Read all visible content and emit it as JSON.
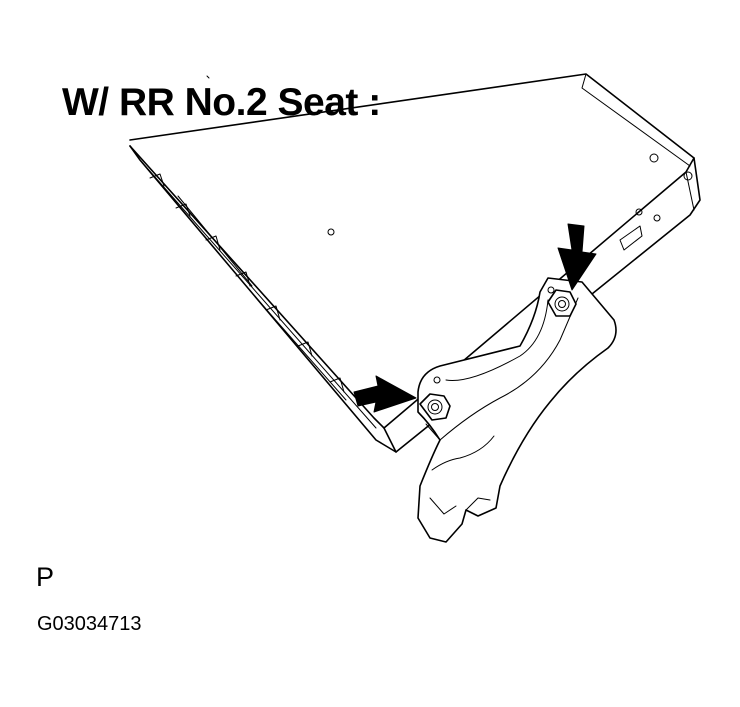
{
  "diagram": {
    "title": "W/ RR No.2 Seat :",
    "view_code": "P",
    "figure_id": "G03034713"
  }
}
